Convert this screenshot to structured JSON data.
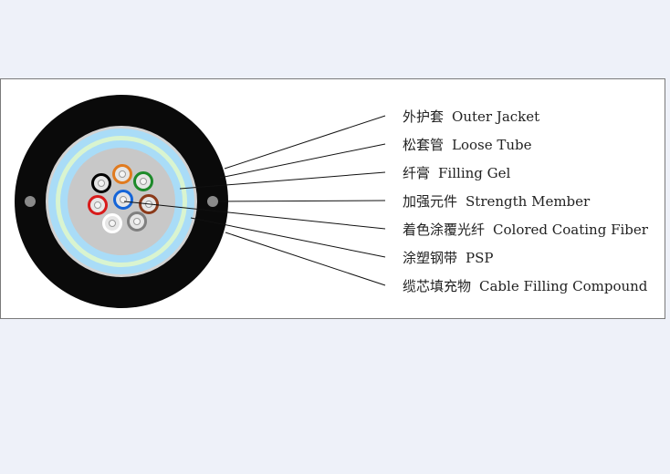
{
  "diagram": {
    "labels": [
      {
        "zh": "外护套",
        "en": "Outer Jacket"
      },
      {
        "zh": "松套管",
        "en": "Loose Tube"
      },
      {
        "zh": "纤膏",
        "en": "Filling Gel"
      },
      {
        "zh": "加强元件",
        "en": "Strength Member"
      },
      {
        "zh": "着色涂覆光纤",
        "en": "Colored Coating Fiber"
      },
      {
        "zh": "涂塑钢带",
        "en": "PSP"
      },
      {
        "zh": "缆芯填充物",
        "en": "Cable Filling Compound"
      }
    ],
    "fiber_colors": [
      "#e07b20",
      "#000000",
      "#1d8a2a",
      "#1565d8",
      "#d81b1b",
      "#8b3a1a",
      "#ffffff",
      "#808080"
    ],
    "colors": {
      "outer_jacket": "#0a0a0a",
      "psp": "#d2d2d2",
      "filling_compound": "#a9dcf7",
      "loose_tube": "#d9f4d0",
      "filling_gel": "#c8c8c8",
      "strength_member": "#8a8a8a"
    }
  }
}
